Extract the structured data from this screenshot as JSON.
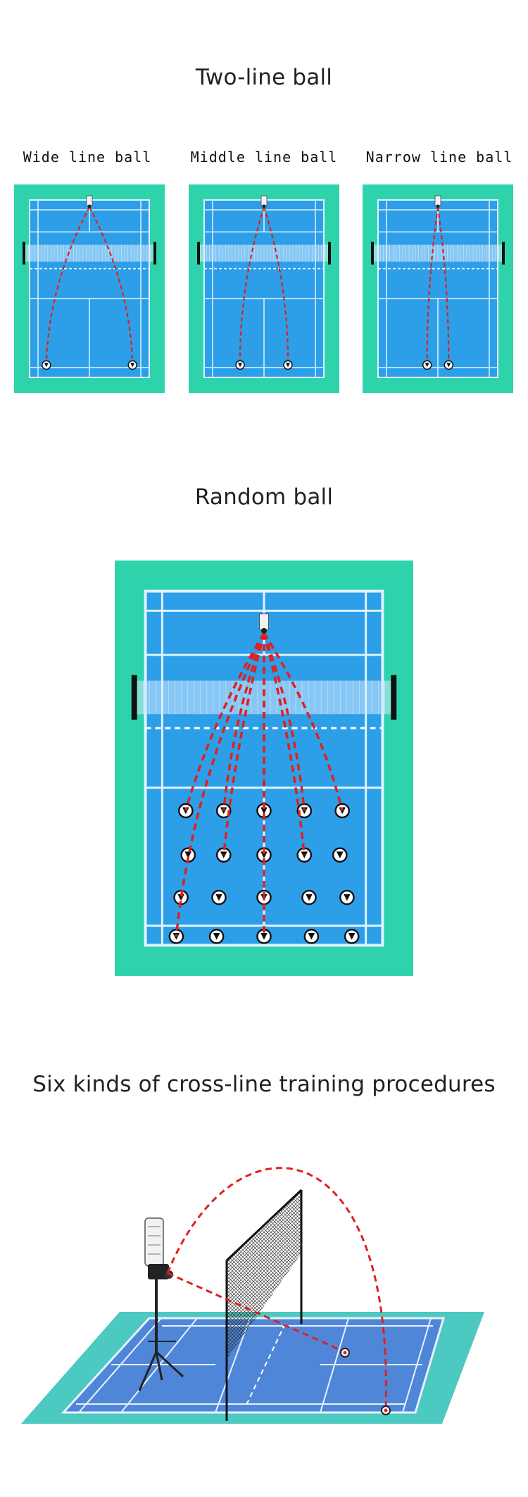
{
  "sections": {
    "two_line": {
      "title": "Two-line ball",
      "panels": [
        {
          "label": "Wide line ball"
        },
        {
          "label": "Middle line ball"
        },
        {
          "label": "Narrow line ball"
        }
      ]
    },
    "random": {
      "title": "Random ball"
    },
    "cross_line": {
      "title": "Six kinds of cross-line training procedures"
    }
  },
  "colors": {
    "surround": "#2ed3ac",
    "court": "#2d9fe8",
    "line": "#dff3ff",
    "trajectory": "#e02020",
    "perspective_surround": "#4cc9c0",
    "perspective_court": "#4f86d8"
  },
  "icons": [
    "shuttlecock-marker-icon",
    "ball-machine-icon",
    "net-icon"
  ]
}
